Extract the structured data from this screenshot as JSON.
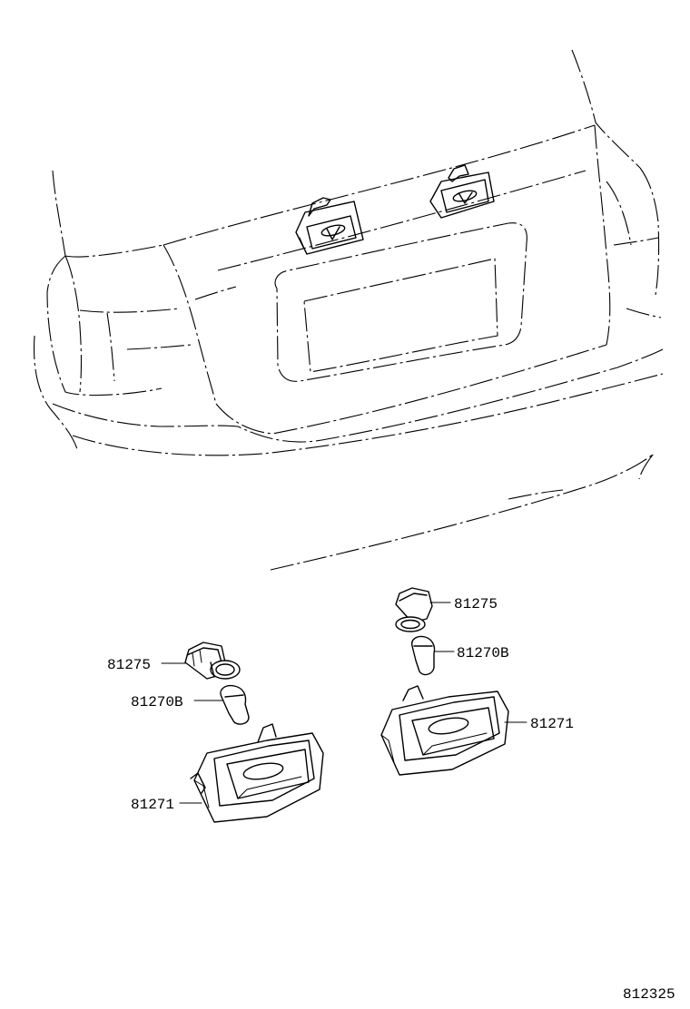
{
  "diagram_id": "812325",
  "callouts": {
    "left": {
      "socket": "81275",
      "bulb": "81270B",
      "lamp": "81271"
    },
    "right": {
      "socket": "81275",
      "bulb": "81270B",
      "lamp": "81271"
    }
  }
}
